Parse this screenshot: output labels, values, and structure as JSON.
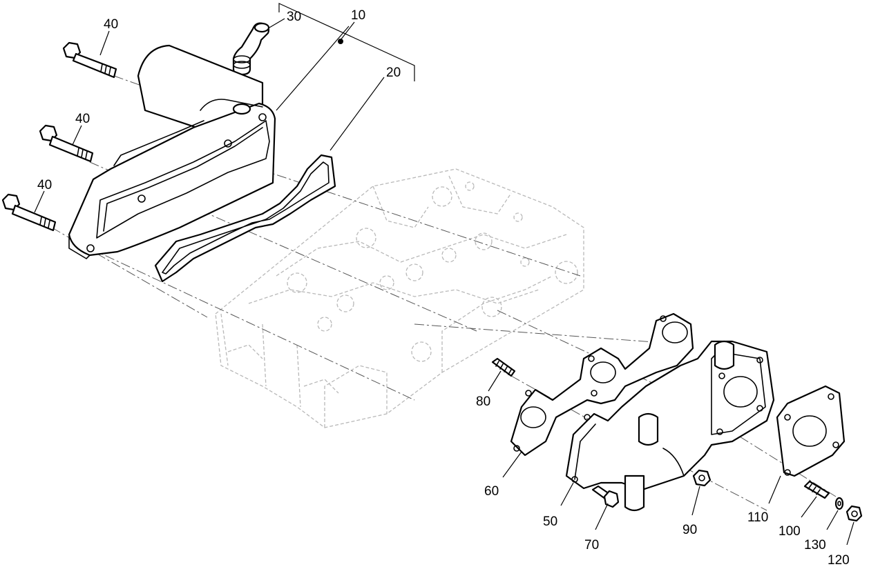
{
  "callouts": {
    "c10": "10",
    "c20": "20",
    "c30": "30",
    "c40a": "40",
    "c40b": "40",
    "c40c": "40",
    "c50": "50",
    "c60": "60",
    "c70": "70",
    "c80": "80",
    "c90": "90",
    "c100": "100",
    "c110": "110",
    "c120": "120",
    "c130": "130"
  }
}
